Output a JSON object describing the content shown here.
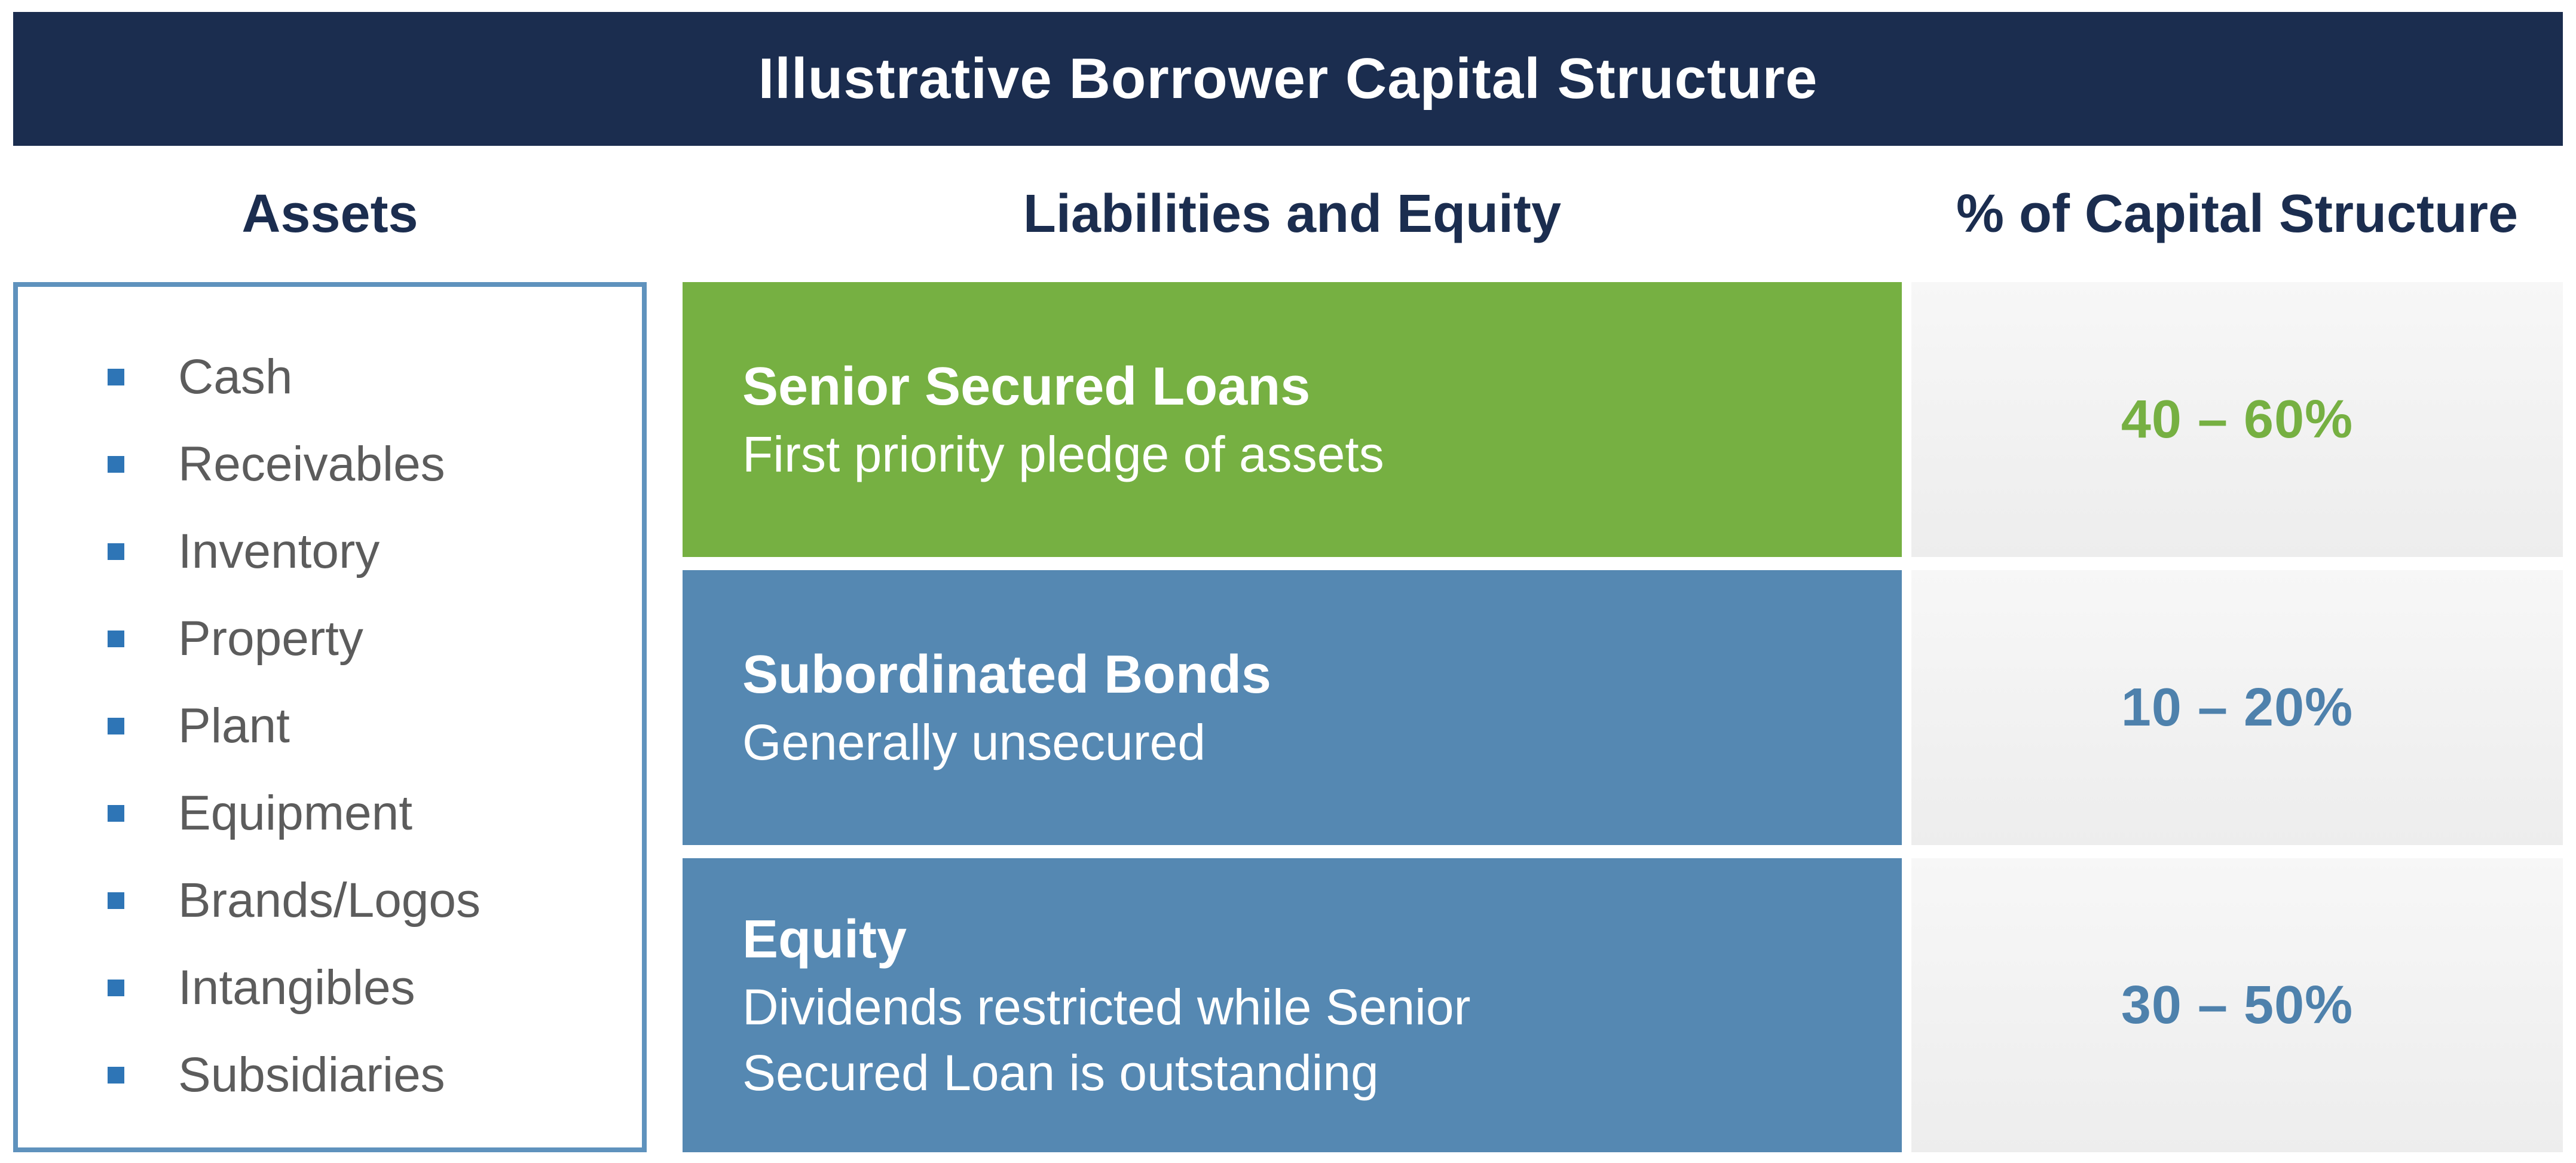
{
  "title_bar": {
    "title": "Illustrative Borrower Capital Structure"
  },
  "column_headers": {
    "assets": "Assets",
    "liabilities_equity": "Liabilities and Equity",
    "percent_capital": "% of Capital Structure"
  },
  "assets_box": {
    "items": [
      "Cash",
      "Receivables",
      "Inventory",
      "Property",
      "Plant",
      "Equipment",
      "Brands/Logos",
      "Intangibles",
      "Subsidiaries"
    ]
  },
  "rows": [
    {
      "title": "Senior Secured Loans",
      "subtitle": "First priority pledge of assets",
      "percent": "40 – 60%",
      "bar_color": "#76b042",
      "percent_color": "#76b042"
    },
    {
      "title": "Subordinated Bonds",
      "subtitle": "Generally unsecured",
      "percent": "10 – 20%",
      "bar_color": "#5588b2",
      "percent_color": "#4e81ac"
    },
    {
      "title": "Equity",
      "subtitle": "Dividends restricted while Senior\nSecured Loan is outstanding",
      "percent": "30 – 50%",
      "bar_color": "#5588b2",
      "percent_color": "#4e81ac"
    }
  ],
  "colors": {
    "header_bg": "#1b2d4f",
    "header_text": "#ffffff",
    "column_header_text": "#1b2d4f",
    "assets_border": "#5f92bd",
    "assets_text": "#5c5c5c",
    "bullet": "#2e75b6",
    "senior_green": "#76b042",
    "subordinate_blue": "#5588b2",
    "percent_bg": "#f1f1f1"
  }
}
